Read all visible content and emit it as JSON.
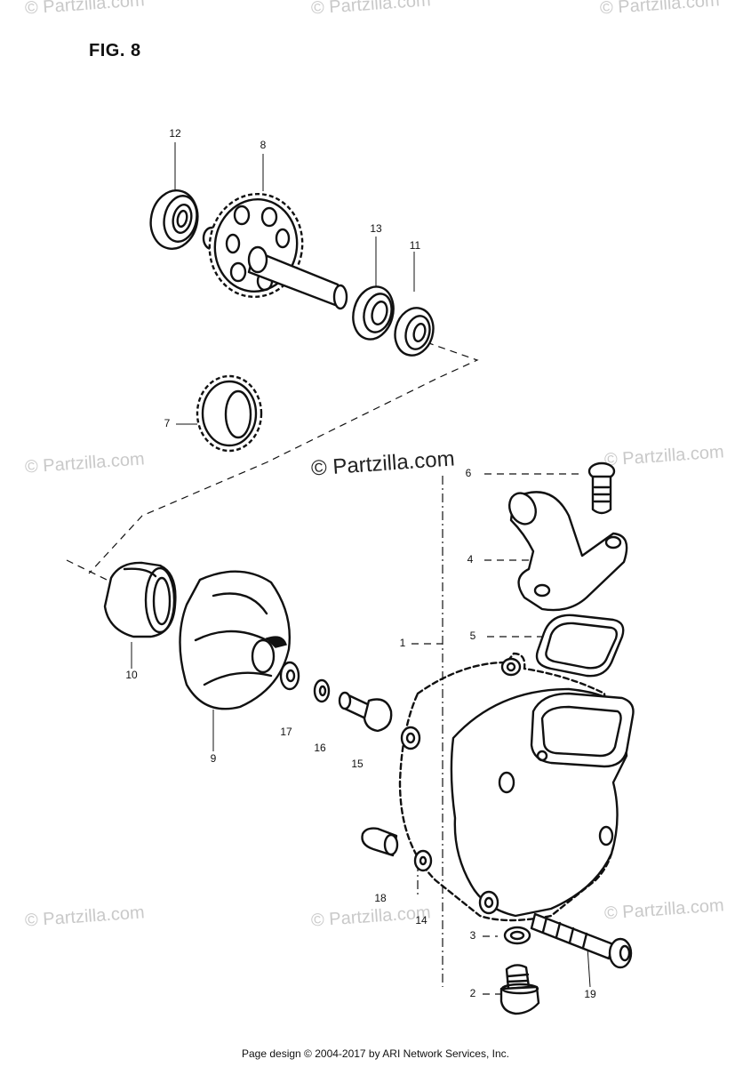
{
  "figure": {
    "title": "FIG. 8"
  },
  "watermarks": [
    "© Partzilla.com",
    "© Partzilla.com",
    "© Partzilla.com",
    "© Partzilla.com",
    "© Partzilla.com",
    "© Partzilla.com",
    "© Partzilla.com",
    "© Partzilla.com"
  ],
  "center_watermark": "© Partzilla.com",
  "callouts": {
    "c1": "1",
    "c2": "2",
    "c3": "3",
    "c4": "4",
    "c5": "5",
    "c6": "6",
    "c7": "7",
    "c8": "8",
    "c9": "9",
    "c10": "10",
    "c11": "11",
    "c12": "12",
    "c13": "13",
    "c14": "14",
    "c15": "15",
    "c16": "16",
    "c17": "17",
    "c18": "18",
    "c19": "19"
  },
  "footer": "Page design © 2004-2017 by ARI Network Services, Inc."
}
